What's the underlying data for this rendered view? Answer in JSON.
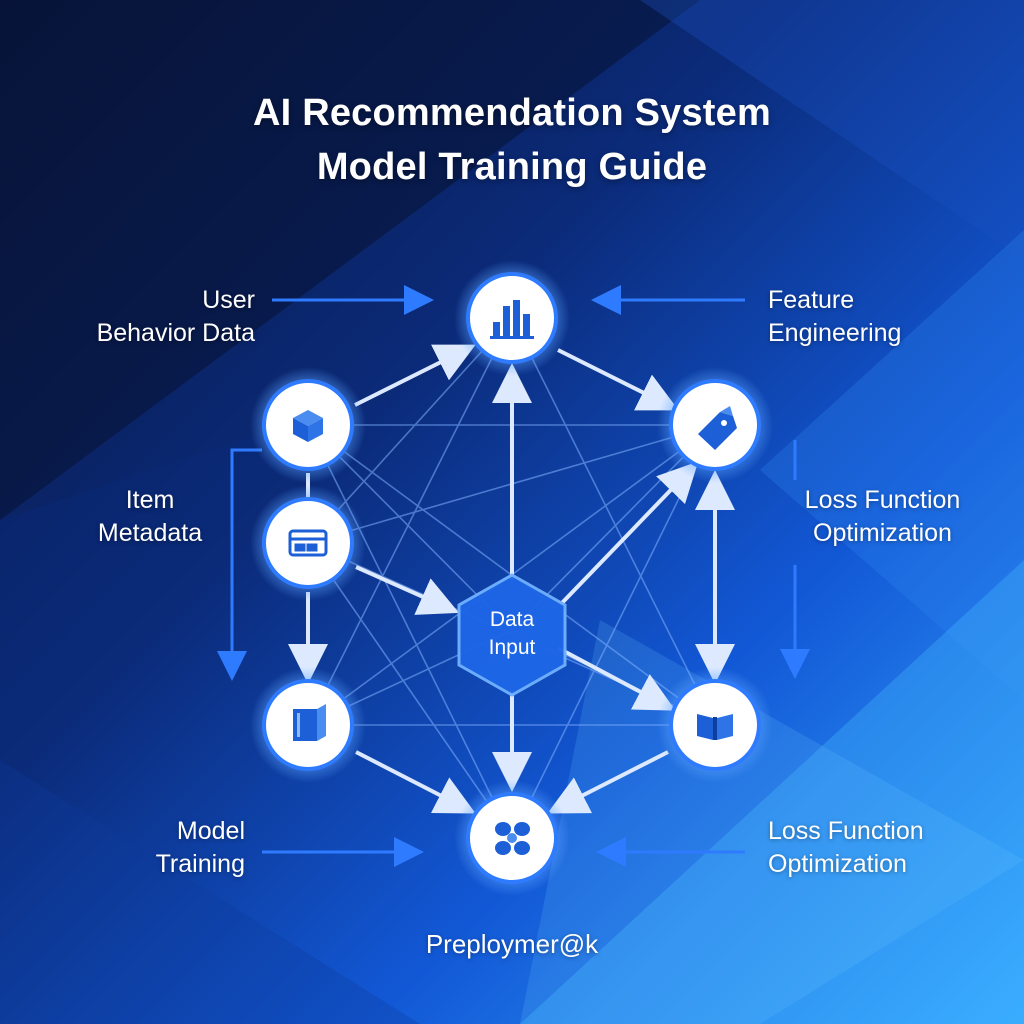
{
  "title": {
    "line1": "AI Recommendation System",
    "line2": "Model Training Guide"
  },
  "labels": {
    "user_behavior": {
      "line1": "User",
      "line2": "Behavior Data"
    },
    "feature_engineering": {
      "line1": "Feature",
      "line2": "Engineering"
    },
    "item_metadata": {
      "line1": "Item",
      "line2": "Metadata"
    },
    "loss_function_top": {
      "line1": "Loss Function",
      "line2": "Optimization"
    },
    "model_training": {
      "line1": "Model",
      "line2": "Training"
    },
    "loss_function_bottom": {
      "line1": "Loss Function",
      "line2": "Optimization"
    },
    "deployment": "Preploymer@k"
  },
  "center_node": {
    "line1": "Data",
    "line2": "Input"
  },
  "icons": {
    "top": "bar-chart-icon",
    "upper_left": "cube-icon",
    "middle_left": "card-icon",
    "lower_left": "book-icon",
    "upper_right": "tag-icon",
    "lower_right": "open-book-icon",
    "bottom": "cluster-icon"
  },
  "colors": {
    "accent": "#1e6cf0",
    "node_fill": "#ffffff",
    "node_border": "#2f7bff",
    "icon": "#1c5fd6",
    "arrow": "#dce9ff",
    "external_arrow": "#2f7bff",
    "hexagon": "#1d66e6"
  }
}
